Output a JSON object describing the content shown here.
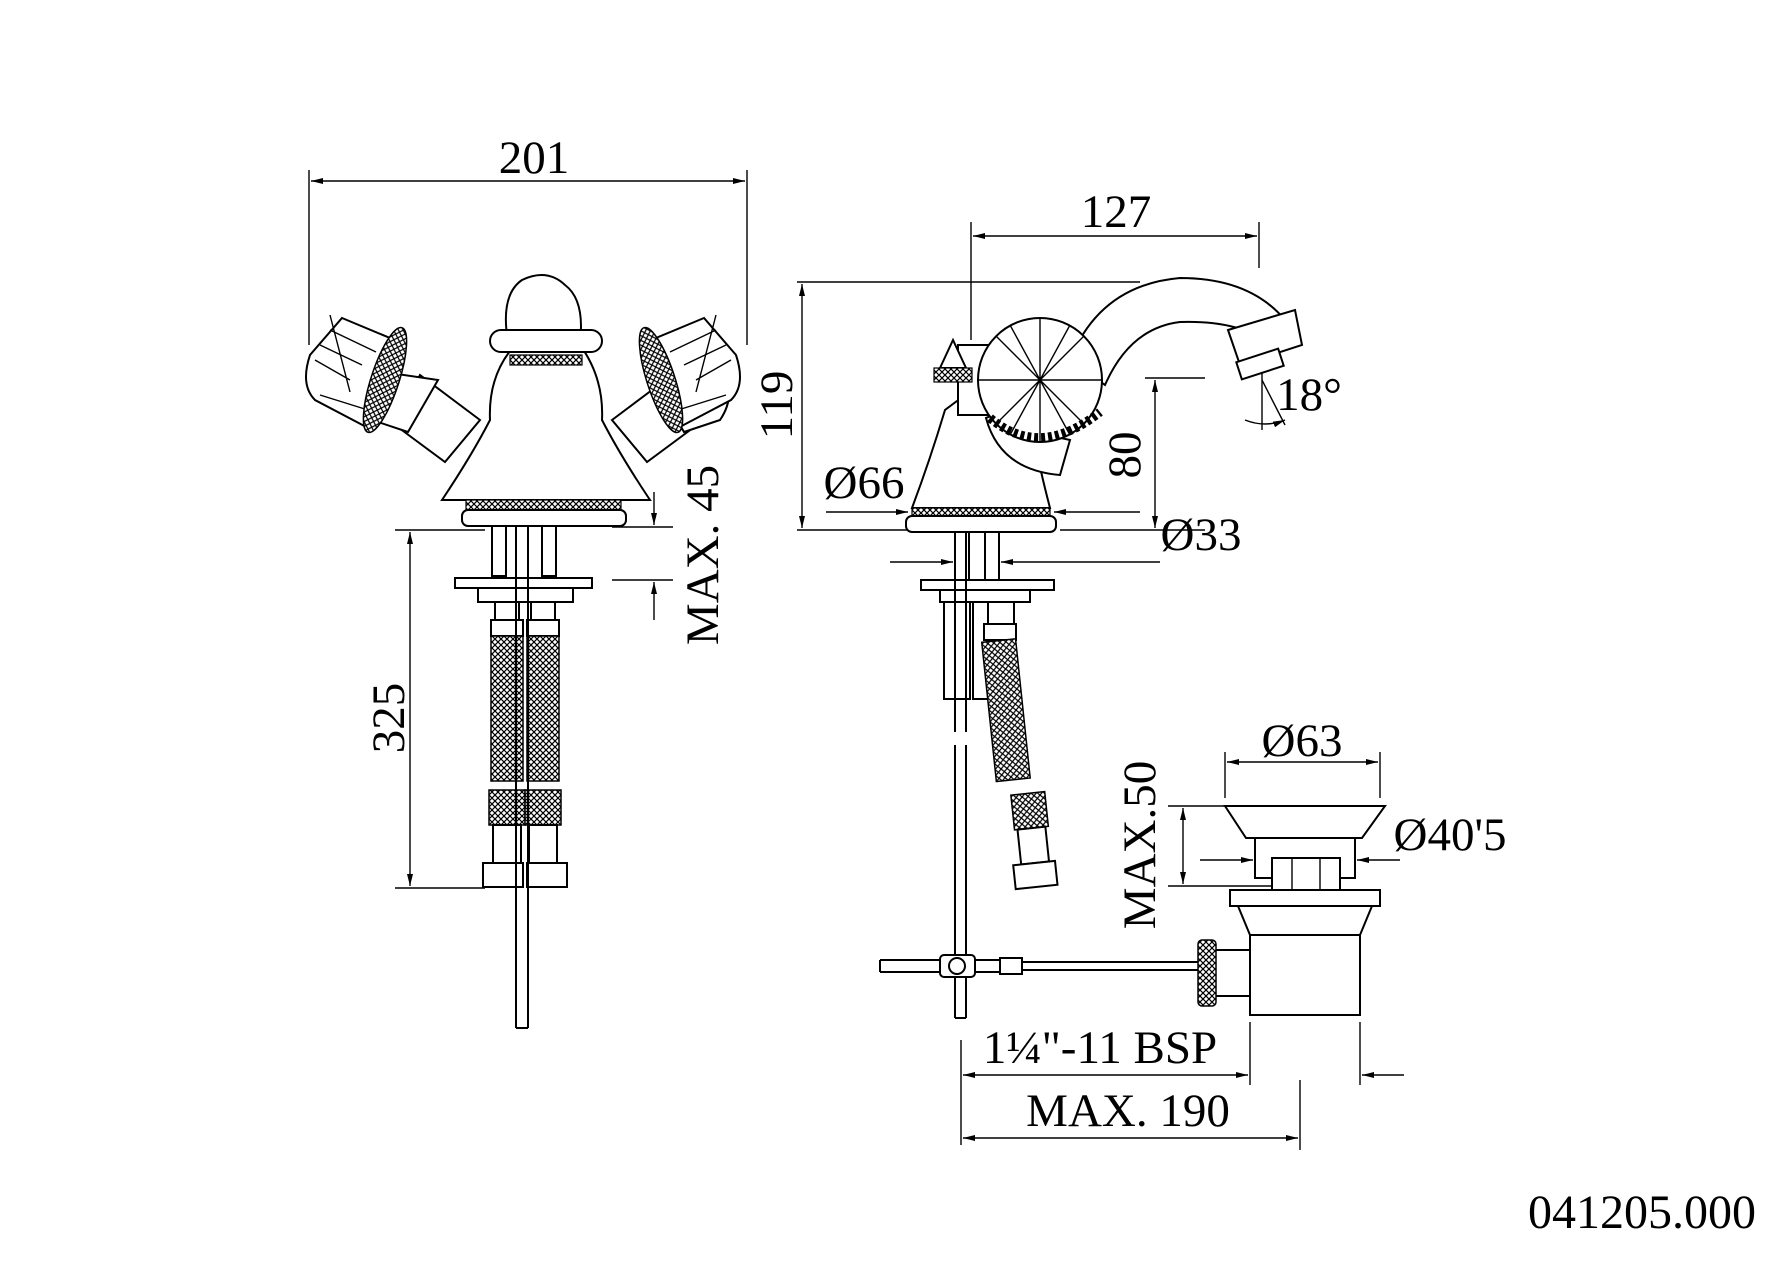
{
  "drawing_code": "041205.000",
  "front_view": {
    "width": "201",
    "height": "325",
    "deck_thickness": "MAX. 45"
  },
  "side_view": {
    "reach": "127",
    "height": "119",
    "base_diameter": "Ø66",
    "spout_height": "80",
    "spout_angle": "18°",
    "hole_diameter": "Ø33"
  },
  "waste": {
    "flange_diameter": "Ø63",
    "outlet_diameter": "Ø40'5",
    "thickness": "MAX.50",
    "thread": "1¼\"-11 BSP",
    "rod_length": "MAX. 190"
  },
  "colors": {
    "line": "#000000",
    "background": "#ffffff"
  }
}
